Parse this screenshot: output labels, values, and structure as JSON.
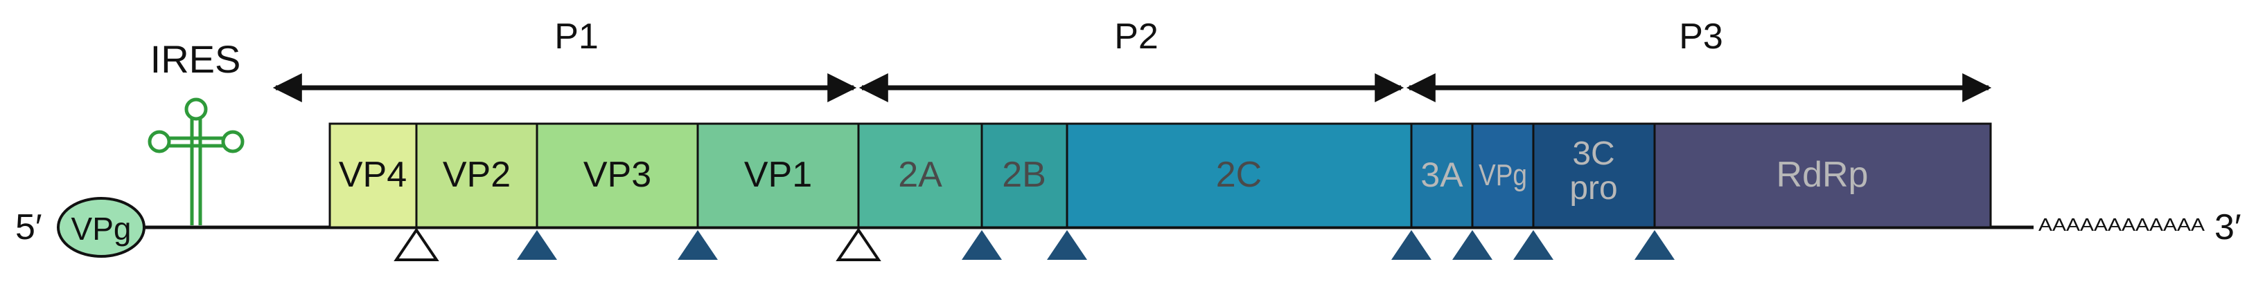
{
  "polyprotein_labels": {
    "p1": "P1",
    "p2": "P2",
    "p3": "P3"
  },
  "ires_label": "IRES",
  "five_prime_label": "5′",
  "vpg_cap_label": "VPg",
  "three_prime_label": "3′",
  "poly_a_label": "AAAAAAAAAAAA",
  "segments": {
    "vp4": "VP4",
    "vp2": "VP2",
    "vp3": "VP3",
    "vp1": "VP1",
    "two_a": "2A",
    "two_b": "2B",
    "two_c": "2C",
    "three_a": "3A",
    "vpg": "VPg",
    "three_c_line1": "3C",
    "three_c_line2": "pro",
    "rdrp": "RdRp"
  },
  "colors": {
    "vp4": "#ddee99",
    "vp2": "#bfe38c",
    "vp3": "#a0dc8a",
    "vp1": "#74c797",
    "two_a": "#4fb59c",
    "two_b": "#329e9e",
    "two_c": "#1f8fb2",
    "three_a": "#1e78a6",
    "vpg": "#1f639c",
    "three_c": "#1b4e7f",
    "rdrp": "#4c4c74",
    "cleavage_filled": "#1f4f77",
    "ires_green": "#2e9a3a",
    "vpg_cap": "#9ee0b3"
  }
}
